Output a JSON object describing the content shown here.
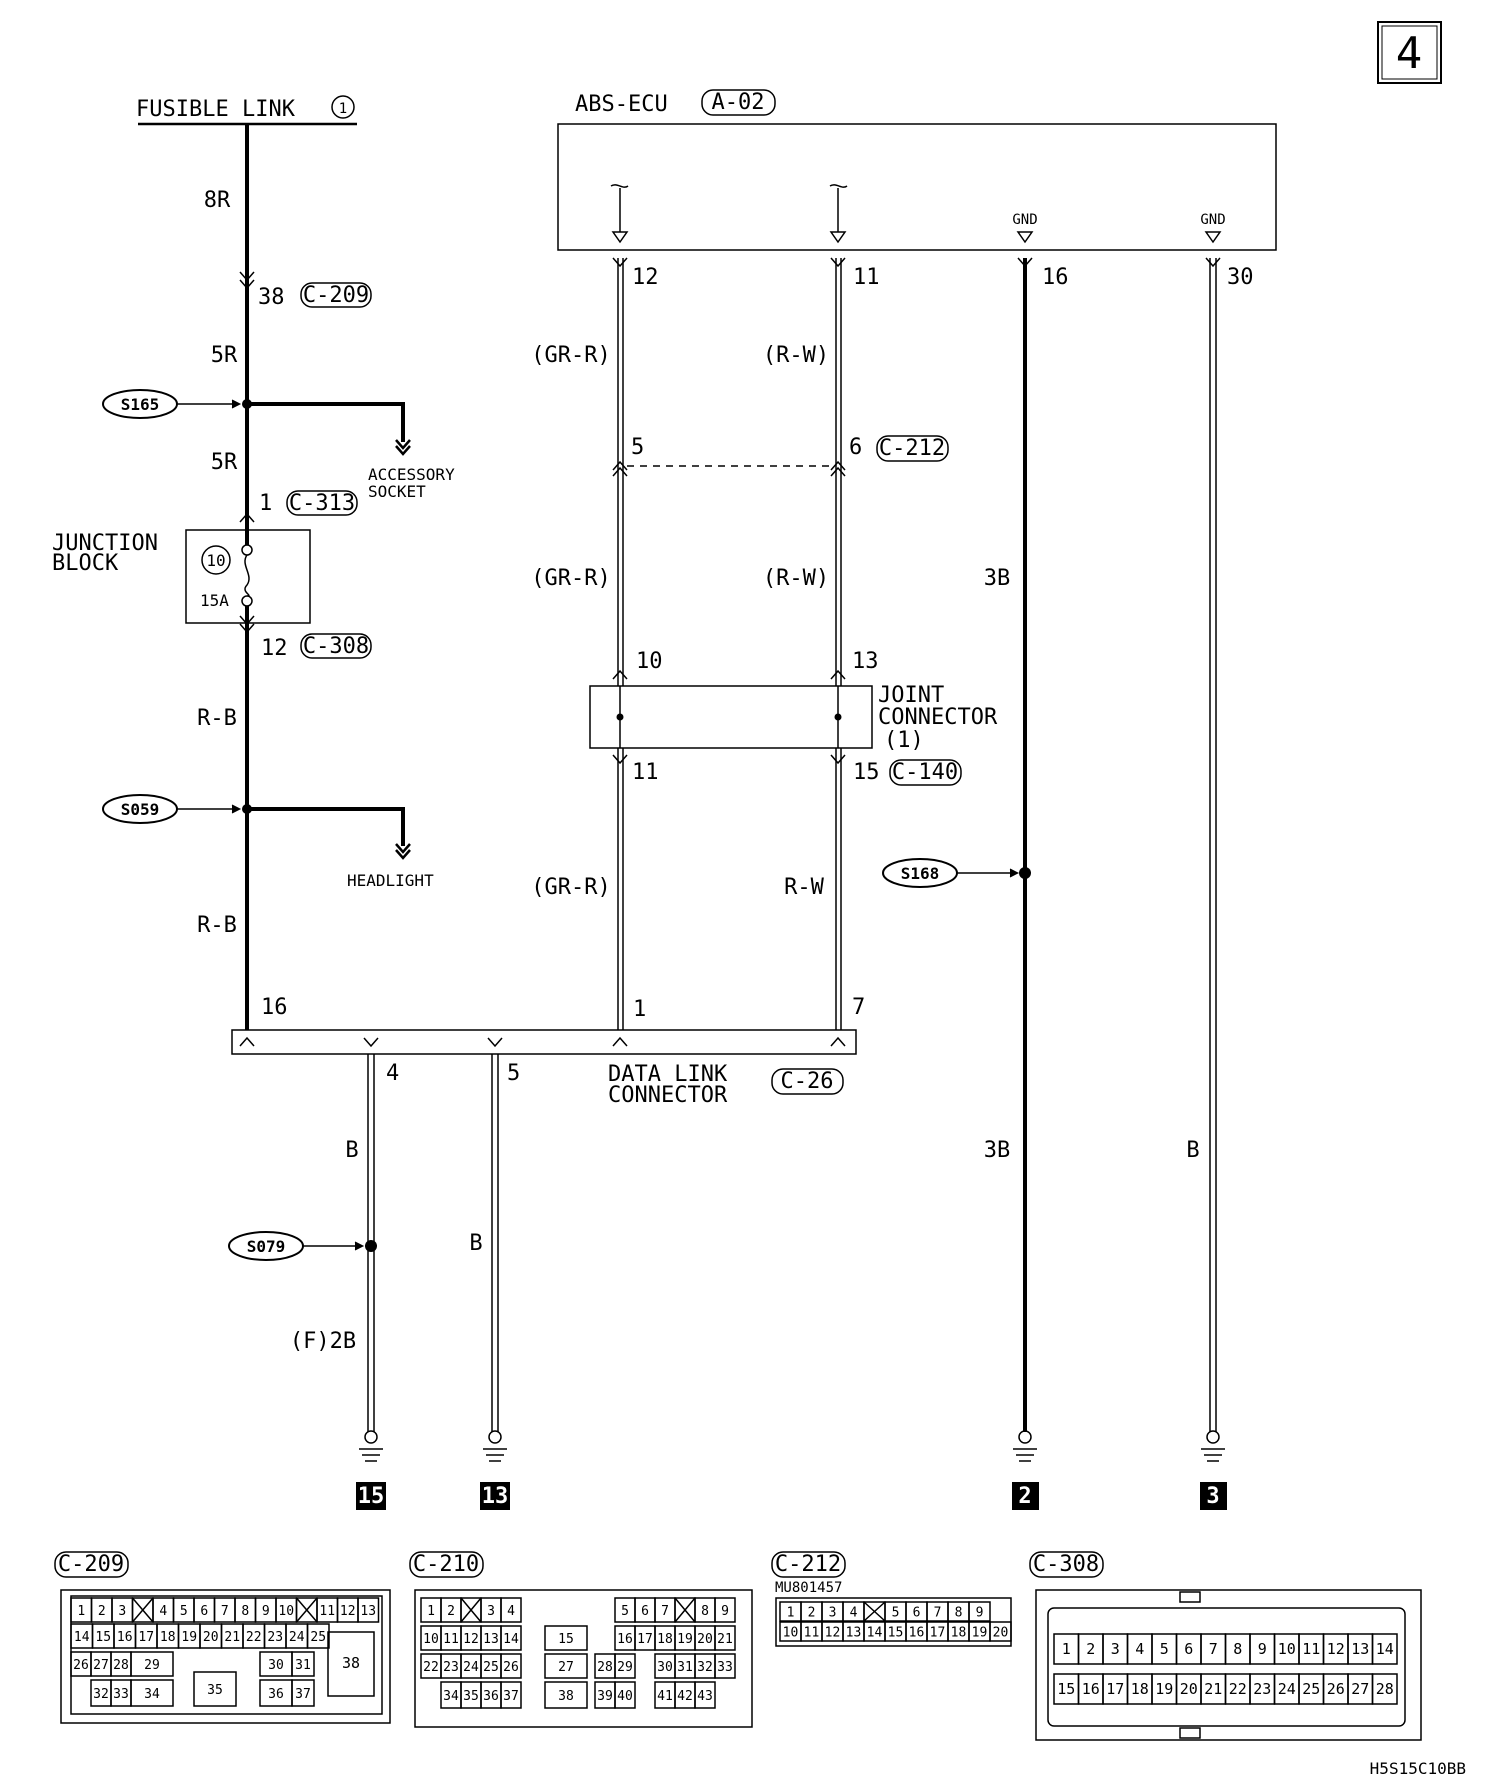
{
  "page_number": "4",
  "figure_code": "H5S15C10BB",
  "fusible_link": {
    "label": "FUSIBLE LINK",
    "number": "1"
  },
  "abs_ecu": {
    "label": "ABS-ECU",
    "connector": "A-02",
    "gnd_label": "GND"
  },
  "left_circuit": {
    "wire_8r": "8R",
    "c209_pin": "38",
    "c209": "C-209",
    "wire_5r_a": "5R",
    "splice_s165": "S165",
    "accessory_line1": "ACCESSORY",
    "accessory_line2": "SOCKET",
    "wire_5r_b": "5R",
    "c313_pin": "1",
    "c313": "C-313",
    "junction_line1": "JUNCTION",
    "junction_line2": "BLOCK",
    "fuse_number": "10",
    "fuse_rating": "15A",
    "c308_pin": "12",
    "c308": "C-308",
    "wire_rb_a": "R-B",
    "splice_s059": "S059",
    "headlight": "HEADLIGHT",
    "wire_rb_b": "R-B",
    "dlc_pin_16": "16"
  },
  "middle_circuit": {
    "ecu_pin_12": "12",
    "ecu_pin_11": "11",
    "wire_grr_a": "(GR-R)",
    "wire_rw_a": "(R-W)",
    "c212_pin_5": "5",
    "c212_pin_6": "6",
    "c212": "C-212",
    "wire_grr_b": "(GR-R)",
    "wire_rw_b": "(R-W)",
    "jc_pin_10": "10",
    "jc_pin_13": "13",
    "joint_line1": "JOINT",
    "joint_line2": "CONNECTOR",
    "joint_line3": "(1)",
    "jc_pin_11": "11",
    "jc_pin_15": "15",
    "c140": "C-140",
    "wire_grr_c": "(GR-R)",
    "wire_rw_c": "R-W",
    "dlc_pin_1": "1",
    "dlc_pin_7": "7"
  },
  "right_circuit": {
    "ecu_pin_16": "16",
    "ecu_pin_30": "30",
    "wire_3b_a": "3B",
    "splice_s168": "S168",
    "wire_3b_b": "3B",
    "wire_b": "B"
  },
  "dlc": {
    "pin_4": "4",
    "pin_5": "5",
    "label_line1": "DATA LINK",
    "label_line2": "CONNECTOR",
    "connector": "C-26",
    "wire_b_4": "B",
    "splice_s079": "S079",
    "wire_f2b": "(F)2B",
    "wire_b_5": "B"
  },
  "grounds": [
    "15",
    "13",
    "2",
    "3"
  ],
  "connector_views": {
    "c209": {
      "title": "C-209",
      "row1": [
        "1",
        "2",
        "3",
        "",
        "4",
        "5",
        "6",
        "7",
        "8",
        "9",
        "10",
        "",
        "11",
        "12",
        "13"
      ],
      "row2": [
        "14",
        "15",
        "16",
        "17",
        "18",
        "19",
        "20",
        "21",
        "22",
        "23",
        "24",
        "25"
      ],
      "row3": [
        "26",
        "27",
        "28",
        "29",
        "30",
        "31"
      ],
      "row4": [
        "32",
        "33",
        "34",
        "35",
        "36",
        "37"
      ],
      "big": "38"
    },
    "c210": {
      "title": "C-210",
      "row1": [
        "1",
        "2",
        "",
        "3",
        "4",
        "5",
        "6",
        "7",
        "",
        "8",
        "9"
      ],
      "row2": [
        "10",
        "11",
        "12",
        "13",
        "14",
        "15",
        "16",
        "17",
        "18",
        "19",
        "20",
        "21"
      ],
      "row3": [
        "22",
        "23",
        "24",
        "25",
        "26",
        "27",
        "28",
        "29",
        "30",
        "31",
        "32",
        "33"
      ],
      "row4": [
        "34",
        "35",
        "36",
        "37",
        "38",
        "39",
        "40",
        "41",
        "42",
        "43"
      ]
    },
    "c212": {
      "title": "C-212",
      "part_number": "MU801457",
      "row1": [
        "1",
        "2",
        "3",
        "4",
        "",
        "5",
        "6",
        "7",
        "8",
        "9"
      ],
      "row2": [
        "10",
        "11",
        "12",
        "13",
        "14",
        "15",
        "16",
        "17",
        "18",
        "19",
        "20"
      ]
    },
    "c308": {
      "title": "C-308",
      "row1": [
        "1",
        "2",
        "3",
        "4",
        "5",
        "6",
        "7",
        "8",
        "9",
        "10",
        "11",
        "12",
        "13",
        "14"
      ],
      "row2": [
        "15",
        "16",
        "17",
        "18",
        "19",
        "20",
        "21",
        "22",
        "23",
        "24",
        "25",
        "26",
        "27",
        "28"
      ]
    }
  }
}
